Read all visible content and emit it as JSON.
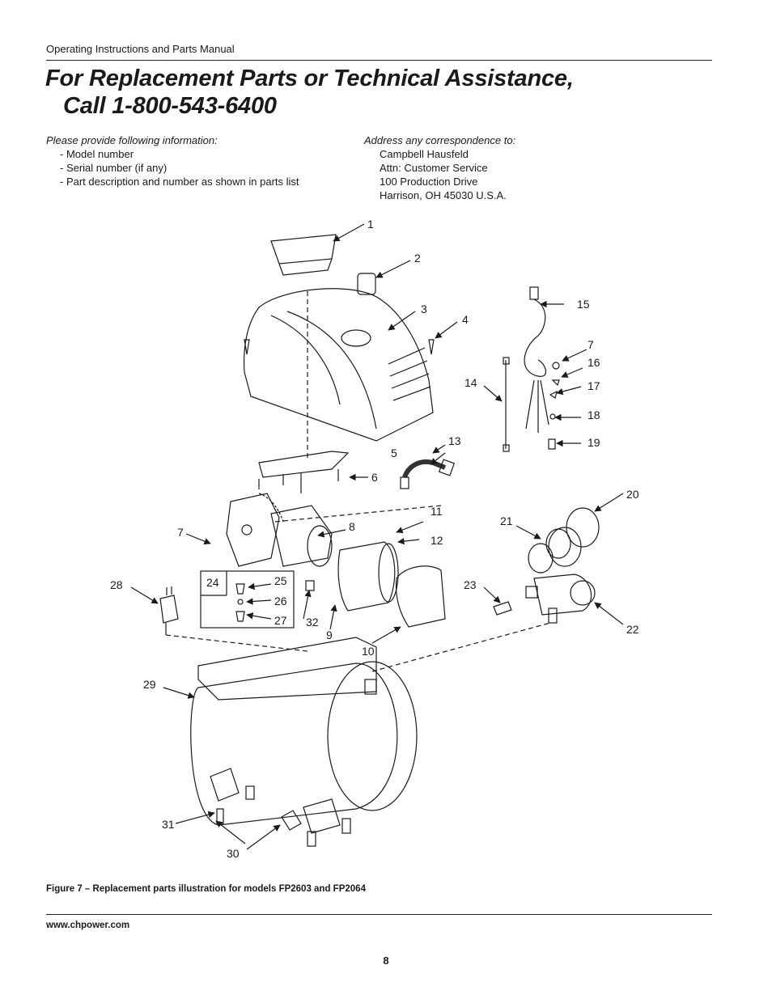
{
  "header": {
    "title": "Operating Instructions and Parts Manual"
  },
  "heading": {
    "line1": "For Replacement Parts or Technical Assistance,",
    "line2": "Call 1-800-543-6400"
  },
  "info_left": {
    "intro": "Please provide following information:",
    "items": [
      "- Model number",
      "- Serial number (if any)",
      "- Part description and number as shown in parts list"
    ]
  },
  "info_right": {
    "intro": "Address any correspondence to:",
    "lines": [
      "Campbell Hausfeld",
      "Attn: Customer Service",
      "100 Production Drive",
      "Harrison, OH   45030   U.S.A."
    ]
  },
  "diagram": {
    "callouts": [
      "1",
      "2",
      "3",
      "4",
      "5",
      "6",
      "7",
      "7",
      "8",
      "9",
      "10",
      "11",
      "12",
      "13",
      "14",
      "15",
      "16",
      "17",
      "18",
      "19",
      "20",
      "21",
      "22",
      "23",
      "24",
      "25",
      "26",
      "27",
      "28",
      "29",
      "30",
      "31",
      "32"
    ]
  },
  "figure_caption": "Figure 7 – Replacement parts illustration for models FP2603 and FP2064",
  "footer": {
    "url": "www.chpower.com",
    "page_number": "8"
  }
}
